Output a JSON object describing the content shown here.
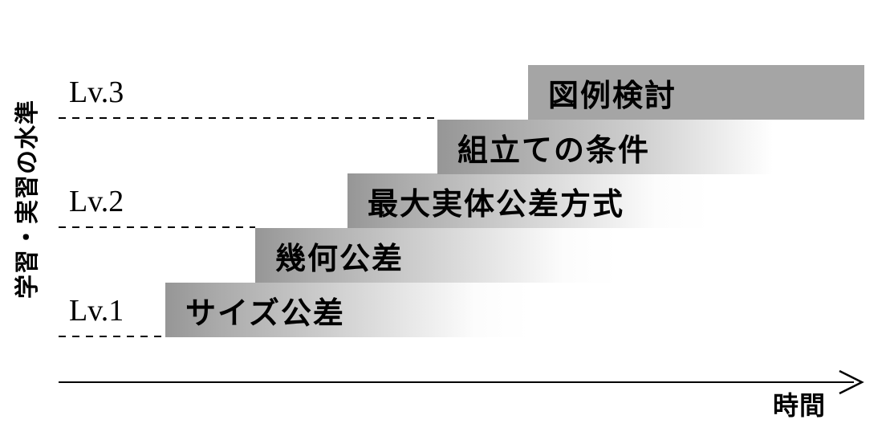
{
  "diagram": {
    "y_axis": {
      "label": "学習・実習の水準"
    },
    "x_axis": {
      "label": "時間"
    },
    "levels": [
      {
        "label": "Lv.3"
      },
      {
        "label": "Lv.2"
      },
      {
        "label": "Lv.1"
      }
    ],
    "steps": [
      {
        "label": "サイズ公差"
      },
      {
        "label": "幾何公差"
      },
      {
        "label": "最大実体公差方式"
      },
      {
        "label": "組立ての条件"
      },
      {
        "label": "図例検討"
      }
    ],
    "colors": {
      "bar_gradient_dark": "#969696",
      "bar_gradient_light": "#ffffff",
      "bar_solid": "#a5a5a5",
      "line": "#000000",
      "text": "#000000"
    }
  }
}
